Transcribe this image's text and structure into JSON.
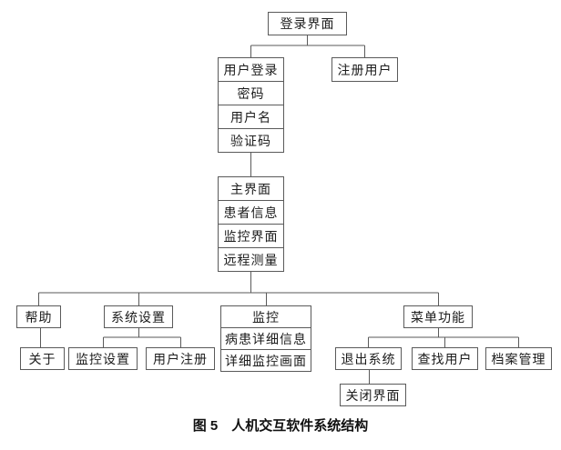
{
  "diagram": {
    "caption": "图 5　人机交互软件系统结构",
    "line_color": "#5a5a5a",
    "nodes": {
      "login": "登录界面",
      "user_login": "用户登录",
      "register_user": "注册用户",
      "password": "密码",
      "username": "用户名",
      "captcha": "验证码",
      "main": "主界面",
      "patient_info": "患者信息",
      "monitor_ui": "监控界面",
      "remote_measure": "远程测量",
      "help": "帮助",
      "about": "关于",
      "system_settings": "系统设置",
      "monitor_settings": "监控设置",
      "user_register": "用户注册",
      "monitor": "监控",
      "patient_detail": "病患详细信息",
      "monitor_detail": "详细监控画面",
      "menu": "菜单功能",
      "exit_system": "退出系统",
      "find_user": "查找用户",
      "archive": "档案管理",
      "close_ui": "关闭界面"
    }
  }
}
